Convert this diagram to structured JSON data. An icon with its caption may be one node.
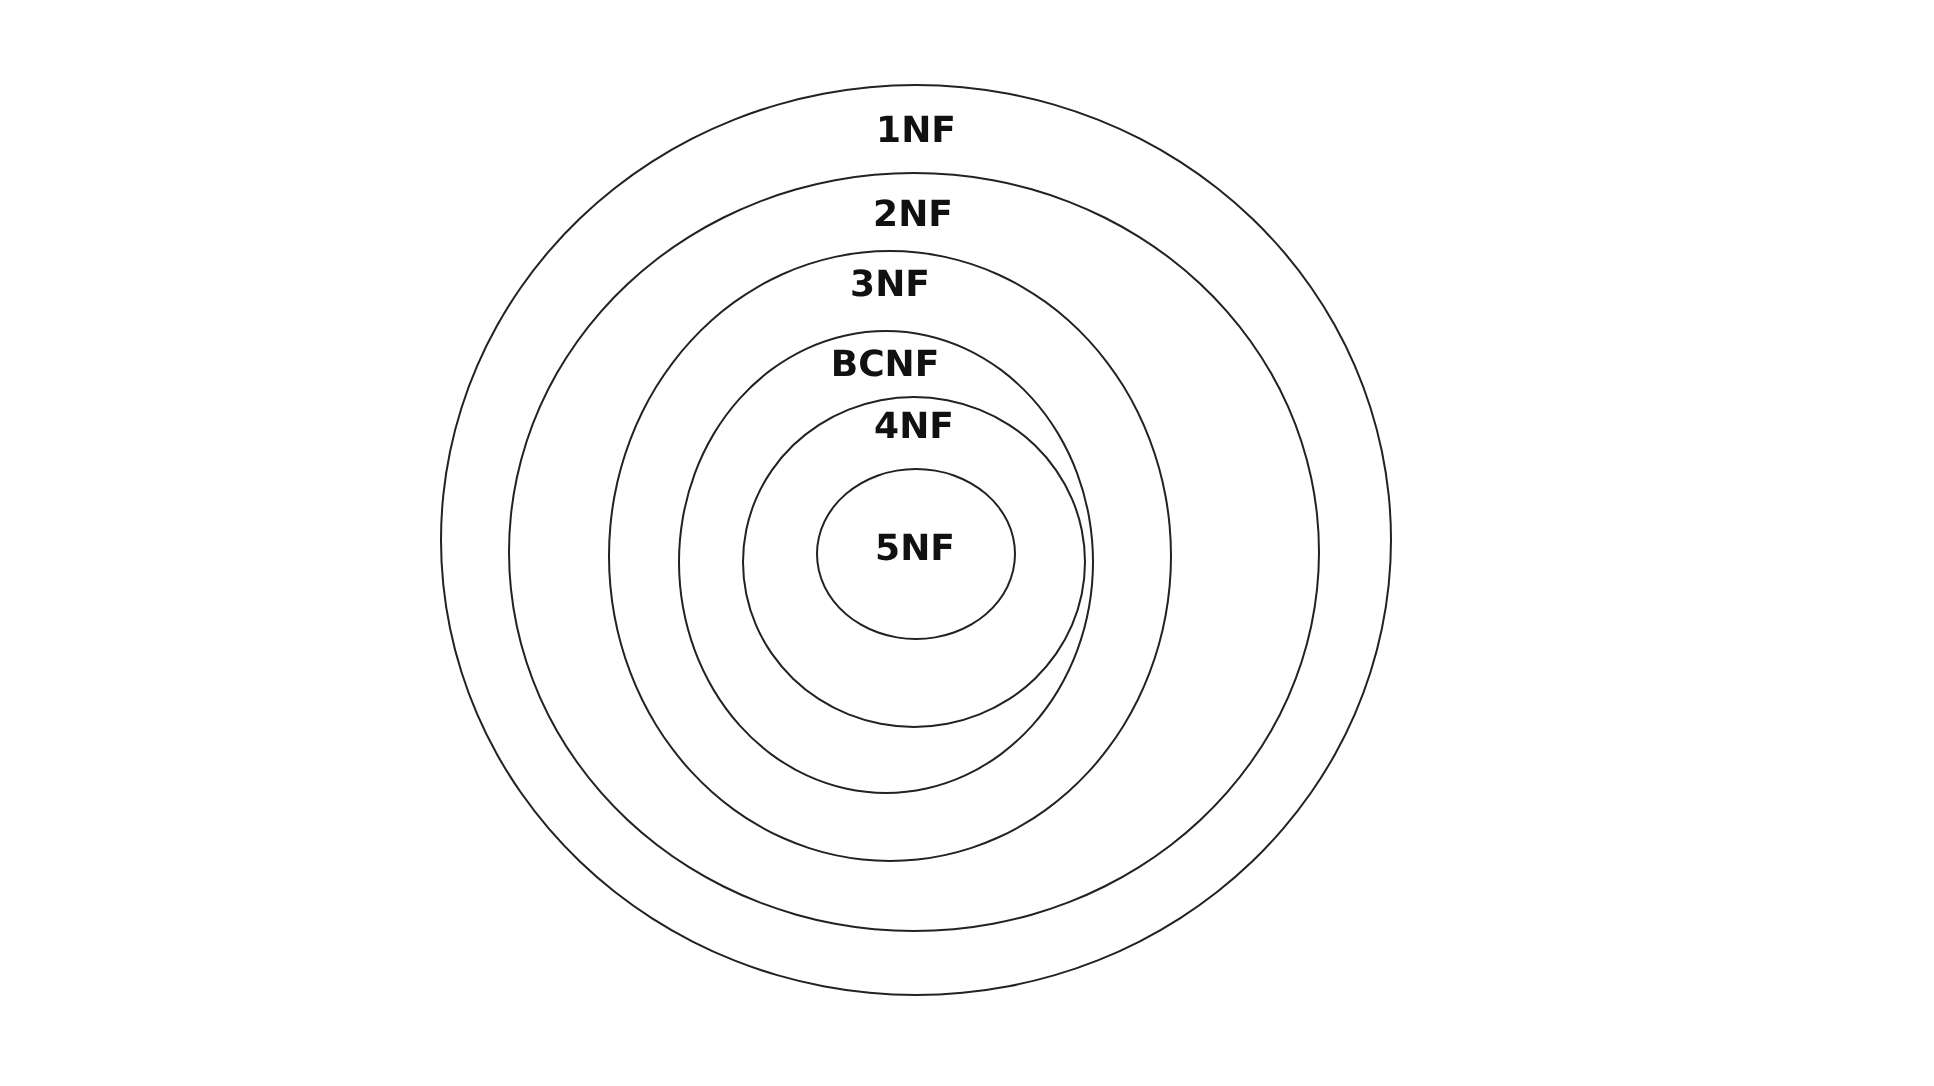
{
  "diagram": {
    "nodes": [
      {
        "text": [
          "1NF"
        ]
      },
      {
        "text": [
          "2NF"
        ],
        "in": 0
      },
      {
        "text": [
          "3NF"
        ],
        "in": 1
      },
      {
        "text": [
          "BCNF"
        ],
        "in": 2
      },
      {
        "text": [
          "4NF"
        ],
        "in": 3
      },
      {
        "text": [
          "5NF"
        ],
        "in": 4
      }
    ]
  }
}
